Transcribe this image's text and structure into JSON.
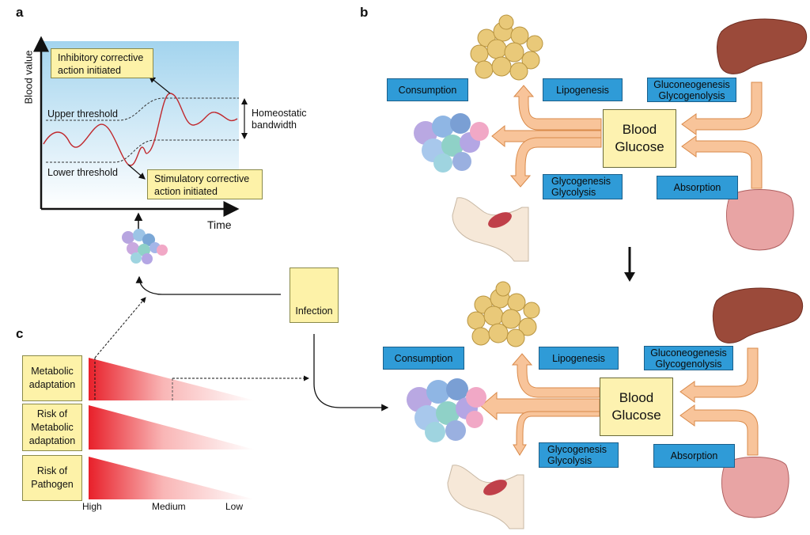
{
  "panels": {
    "a": "a",
    "b": "b",
    "c": "c"
  },
  "panel_a": {
    "y_axis_label": "Blood value",
    "x_axis_label": "Time",
    "upper_threshold": "Upper threshold",
    "lower_threshold": "Lower threshold",
    "homeostatic_line1": "Homeostatic",
    "homeostatic_line2": "bandwidth",
    "inhibitory_line1": "Inhibitory corrective",
    "inhibitory_line2": "action initiated",
    "stimulatory_line1": "Stimulatory corrective",
    "stimulatory_line2": "action initiated",
    "infection": "Infection"
  },
  "panel_b": {
    "top": {
      "consumption": "Consumption",
      "lipogenesis": "Lipogenesis",
      "gluconeogenesis": "Gluconeogenesis",
      "glycogenolysis": "Glycogenolysis",
      "glucose_line1": "Blood",
      "glucose_line2": "Glucose",
      "glycogenesis": "Glycogenesis",
      "glycolysis": "Glycolysis",
      "absorption": "Absorption"
    },
    "bottom": {
      "consumption": "Consumption",
      "lipogenesis": "Lipogenesis",
      "gluconeogenesis": "Gluconeogenesis",
      "glycogenolysis": "Glycogenolysis",
      "glucose_line1": "Blood",
      "glucose_line2": "Glucose",
      "glycogenesis": "Glycogenesis",
      "glycolysis": "Glycolysis",
      "absorption": "Absorption"
    }
  },
  "panel_c": {
    "rows": [
      {
        "line1": "Metabolic",
        "line2": "adaptation",
        "line3": ""
      },
      {
        "line1": "Risk of",
        "line2": "Metabolic",
        "line3": "adaptation"
      },
      {
        "line1": "Risk of",
        "line2": "Pathogen",
        "line3": ""
      }
    ],
    "axis": {
      "high": "High",
      "medium": "Medium",
      "low": "Low"
    }
  },
  "colors": {
    "chart_bg_top": "#a8d8f0",
    "chart_bg_bottom": "#ffffff",
    "curve": "#c0282d",
    "box_yellow": "#fdf2a8",
    "box_blue": "#2f9bd7",
    "arrow_orange": "#f8c49a",
    "wedge_red": "#e8202a"
  }
}
